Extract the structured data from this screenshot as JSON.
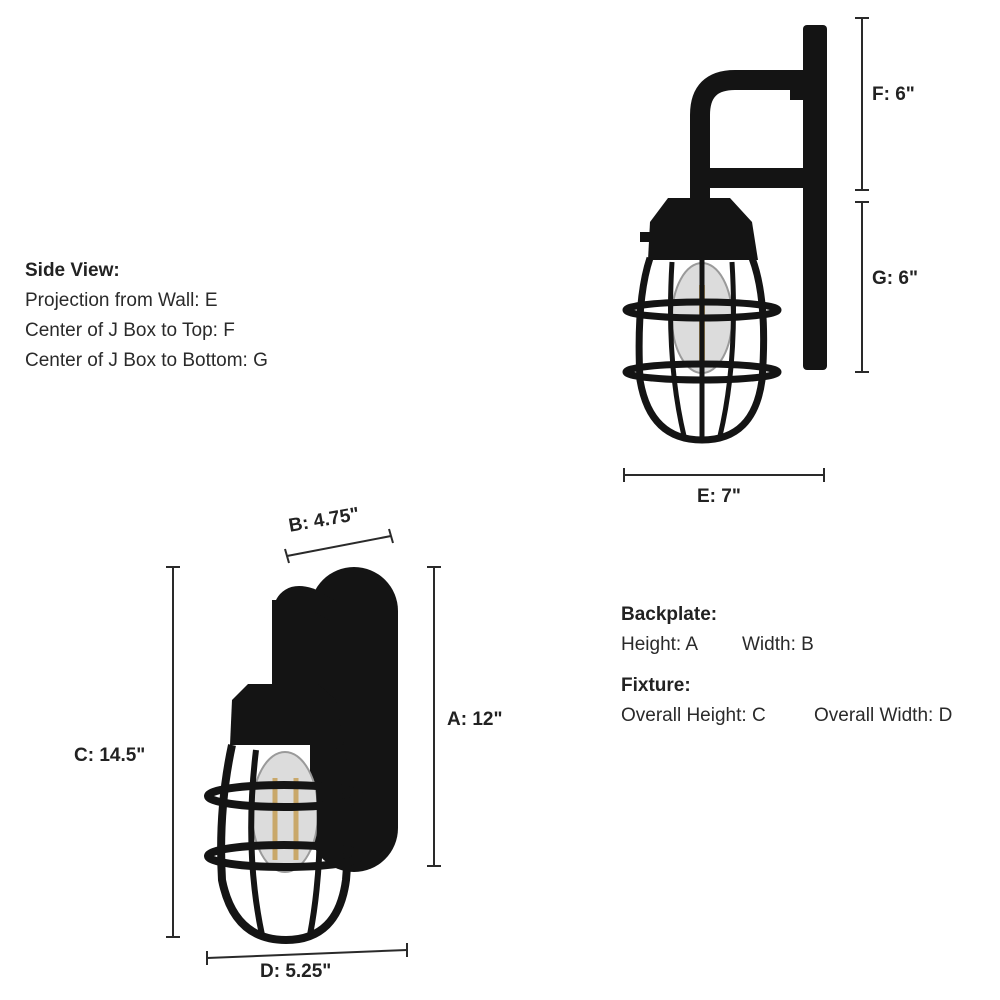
{
  "side_view": {
    "heading": "Side View:",
    "lines": [
      "Projection from Wall: E",
      "Center of J Box to Top: F",
      "Center of J Box to Bottom: G"
    ]
  },
  "backplate": {
    "heading": "Backplate:",
    "height": "Height: A",
    "width": "Width: B"
  },
  "fixture": {
    "heading": "Fixture:",
    "height": "Overall Height: C",
    "width": "Overall Width: D"
  },
  "dimensions": {
    "A": "A: 12\"",
    "B": "B: 4.75\"",
    "C": "C: 14.5\"",
    "D": "D: 5.25\"",
    "E": "E: 7\"",
    "F": "F: 6\"",
    "G": "G: 6\""
  },
  "colors": {
    "fixture": "#141414",
    "dimension_line": "#2a2a2a",
    "glass": "#dcdcdc",
    "filament": "#c9a86a"
  }
}
